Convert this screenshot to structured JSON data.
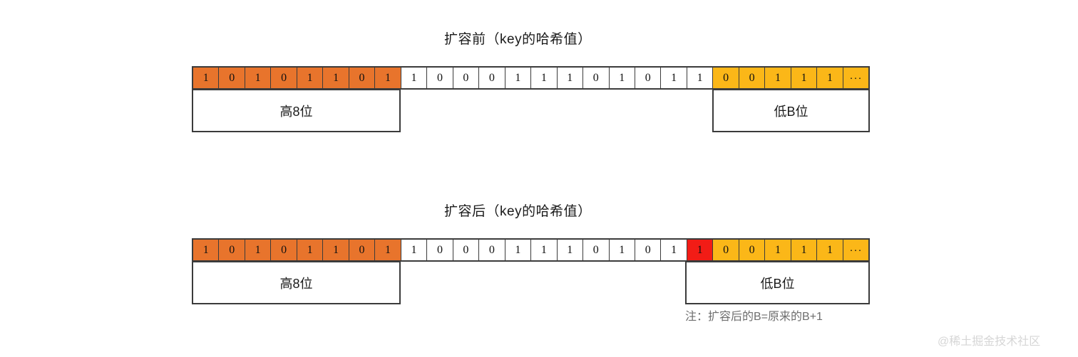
{
  "colors": {
    "high_bits": "#E8742C",
    "low_bits": "#FBB718",
    "new_bit": "#F21C16",
    "border": "#3b3b3b",
    "text": "#1a1a1a",
    "note_text": "#6e6e6e",
    "watermark_text": "#d6d6d6",
    "background": "#ffffff"
  },
  "sections": [
    {
      "id": "before",
      "title": "扩容前（key的哈希值）",
      "bits": [
        {
          "value": "1",
          "group": "high"
        },
        {
          "value": "0",
          "group": "high"
        },
        {
          "value": "1",
          "group": "high"
        },
        {
          "value": "0",
          "group": "high"
        },
        {
          "value": "1",
          "group": "high"
        },
        {
          "value": "1",
          "group": "high"
        },
        {
          "value": "0",
          "group": "high"
        },
        {
          "value": "1",
          "group": "high"
        },
        {
          "value": "1",
          "group": "mid"
        },
        {
          "value": "0",
          "group": "mid"
        },
        {
          "value": "0",
          "group": "mid"
        },
        {
          "value": "0",
          "group": "mid"
        },
        {
          "value": "1",
          "group": "mid"
        },
        {
          "value": "1",
          "group": "mid"
        },
        {
          "value": "1",
          "group": "mid"
        },
        {
          "value": "0",
          "group": "mid"
        },
        {
          "value": "1",
          "group": "mid"
        },
        {
          "value": "0",
          "group": "mid"
        },
        {
          "value": "1",
          "group": "mid"
        },
        {
          "value": "1",
          "group": "mid"
        },
        {
          "value": "0",
          "group": "low"
        },
        {
          "value": "0",
          "group": "low"
        },
        {
          "value": "1",
          "group": "low"
        },
        {
          "value": "1",
          "group": "low"
        },
        {
          "value": "1",
          "group": "low"
        },
        {
          "value": "···",
          "group": "low",
          "ellipsis": true
        }
      ],
      "label_high": "高8位",
      "label_low": "低B位"
    },
    {
      "id": "after",
      "title": "扩容后（key的哈希值）",
      "bits": [
        {
          "value": "1",
          "group": "high"
        },
        {
          "value": "0",
          "group": "high"
        },
        {
          "value": "1",
          "group": "high"
        },
        {
          "value": "0",
          "group": "high"
        },
        {
          "value": "1",
          "group": "high"
        },
        {
          "value": "1",
          "group": "high"
        },
        {
          "value": "0",
          "group": "high"
        },
        {
          "value": "1",
          "group": "high"
        },
        {
          "value": "1",
          "group": "mid"
        },
        {
          "value": "0",
          "group": "mid"
        },
        {
          "value": "0",
          "group": "mid"
        },
        {
          "value": "0",
          "group": "mid"
        },
        {
          "value": "1",
          "group": "mid"
        },
        {
          "value": "1",
          "group": "mid"
        },
        {
          "value": "1",
          "group": "mid"
        },
        {
          "value": "0",
          "group": "mid"
        },
        {
          "value": "1",
          "group": "mid"
        },
        {
          "value": "0",
          "group": "mid"
        },
        {
          "value": "1",
          "group": "mid"
        },
        {
          "value": "1",
          "group": "newbit"
        },
        {
          "value": "0",
          "group": "low"
        },
        {
          "value": "0",
          "group": "low"
        },
        {
          "value": "1",
          "group": "low"
        },
        {
          "value": "1",
          "group": "low"
        },
        {
          "value": "1",
          "group": "low"
        },
        {
          "value": "···",
          "group": "low",
          "ellipsis": true
        }
      ],
      "label_high": "高8位",
      "label_low": "低B位",
      "note": "注：扩容后的B=原来的B+1"
    }
  ],
  "watermark": "@稀土掘金技术社区"
}
